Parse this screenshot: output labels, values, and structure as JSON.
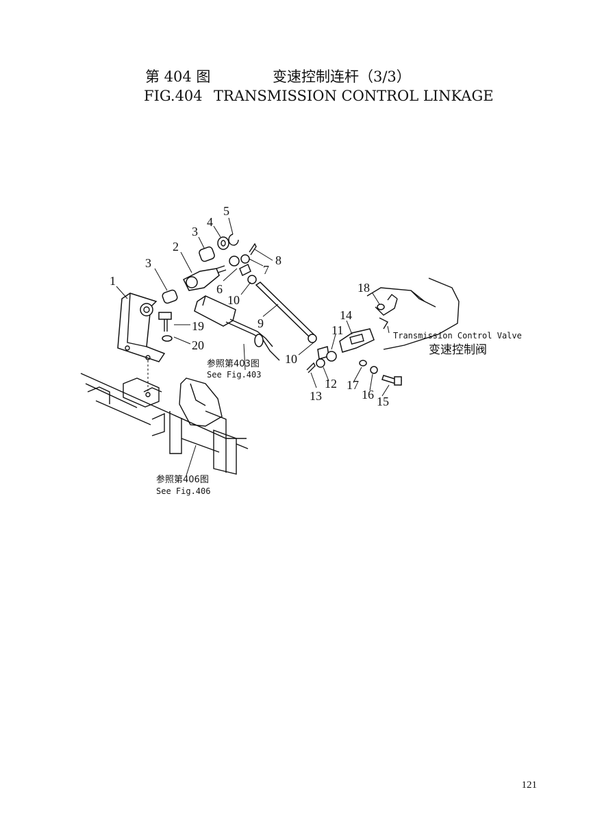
{
  "header": {
    "fig_cn": "第 404 图",
    "title_cn": "变速控制连杆（3/3）",
    "fig_en": "FIG.404",
    "title_en": "TRANSMISSION CONTROL LINKAGE"
  },
  "diagram": {
    "callouts": [
      "5",
      "4",
      "3",
      "2",
      "3",
      "1",
      "8",
      "7",
      "6",
      "10",
      "9",
      "18",
      "14",
      "11",
      "19",
      "20",
      "10",
      "12",
      "13",
      "17",
      "16",
      "15"
    ],
    "ref_403_cn": "参照第403图",
    "ref_403_en": "See Fig.403",
    "ref_406_cn": "参照第406图",
    "ref_406_en": "See Fig.406",
    "valve_en": "Transmission Control Valve",
    "valve_cn": "变速控制阀"
  },
  "page_number": "121"
}
